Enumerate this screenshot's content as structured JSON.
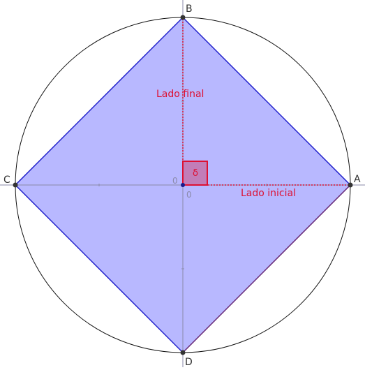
{
  "points": {
    "A": "A",
    "B": "B",
    "C": "C",
    "D": "D"
  },
  "origin_label": "0",
  "origin_label_x": "0",
  "labels": {
    "initial_side": "Lado inicial",
    "final_side": "Lado final",
    "angle": "δ"
  },
  "colors": {
    "polygon_fill": "#b8b8ff",
    "polygon_stroke": "#2222cc",
    "accent": "#dd1133",
    "axis": "#8a8aaa",
    "circle": "#111111",
    "point": "#333333",
    "origin_point": "#1a1a8c"
  }
}
